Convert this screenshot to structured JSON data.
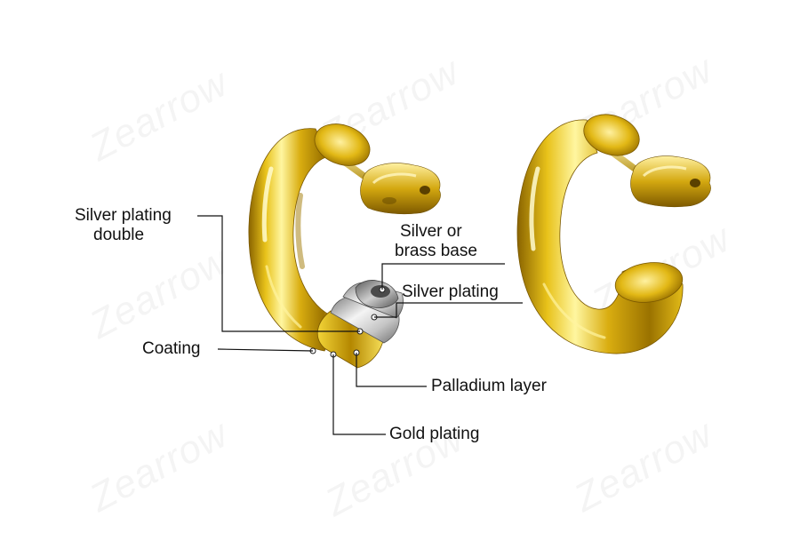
{
  "watermark": "Zearrow",
  "labels": {
    "silver_plating_double_line1": "Silver plating",
    "silver_plating_double_line2": "double",
    "base_line1": "Silver or",
    "base_line2": "brass base",
    "silver_plating": "Silver plating",
    "coating": "Coating",
    "palladium_layer": "Palladium layer",
    "gold_plating": "Gold plating"
  },
  "colors": {
    "gold_light": "#fff6a0",
    "gold_mid": "#e8c21a",
    "gold_dark": "#8a6400",
    "silver_light": "#f4f4f4",
    "silver_dark": "#7d7d7d",
    "leader_line": "#111111"
  }
}
